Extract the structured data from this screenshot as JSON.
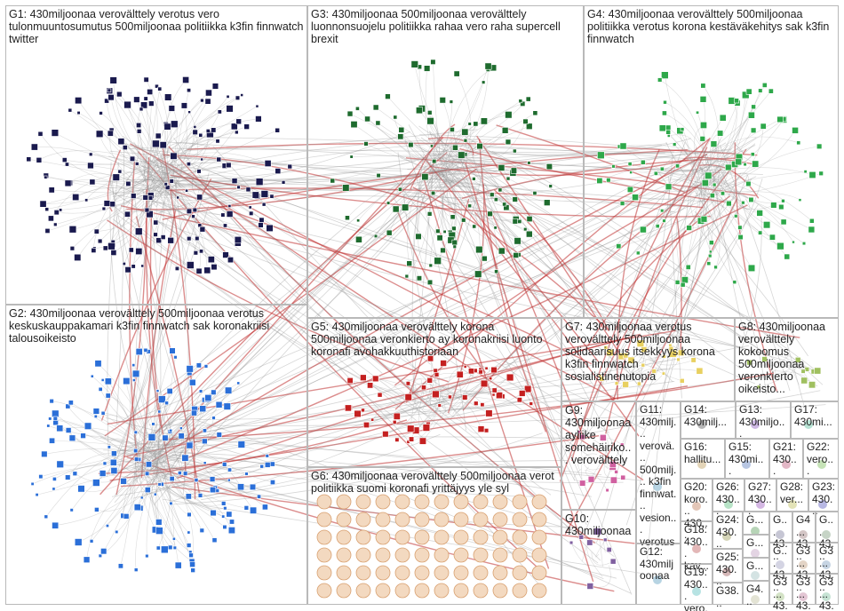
{
  "groups": [
    {
      "id": "g1",
      "label": "G1: 430miljoonaa verovälttely verotus vero tulonmuuntosumutus 500miljoonaa politiikka k3fin finnwatch twitter",
      "color": "#1a1a4e"
    },
    {
      "id": "g2",
      "label": "G2: 430miljoonaa verovälttely 500miljoonaa verotus keskuskauppakamari k3fin finnwatch sak koronakriisi talousoikeisto",
      "color": "#2b6fd8"
    },
    {
      "id": "g3",
      "label": "G3: 430miljoonaa 500miljoonaa verovälttely luonnonsuojelu politiikka rahaa vero raha supercell brexit",
      "color": "#1e6b2e"
    },
    {
      "id": "g4",
      "label": "G4: 430miljoonaa verovälttely 500miljoonaa politiikka verotus korona kestäväkehitys sak k3fin finnwatch",
      "color": "#2ea84a"
    },
    {
      "id": "g5",
      "label": "G5: 430miljoonaa verovälttely korona 500miljoonaa veronkierto ay koronakriisi luonto koronafi avohakkuuthistoriaan",
      "color": "#c42020"
    },
    {
      "id": "g6",
      "label": "G6: 430miljoonaa verovälttely 500miljoonaa verot politiikka suomi koronafi yrittäjyys yle syl",
      "color": "#e0a060"
    },
    {
      "id": "g7",
      "label": "G7: 430miljoonaa verotus verovälttely 500miljoonaa solidaarisuus itsekkyys korona k3fin finnwatch sosialistinenutopia",
      "color": "#e8d060"
    },
    {
      "id": "g8",
      "label": "G8: 430miljoonaa verovälttely kokoomus 500miljoonaa veronkierto oikeisto...",
      "color": "#a0c060"
    },
    {
      "id": "g9",
      "label": "G9: 430miljoonaa ayliike somehäiriko... verovälttely",
      "color": "#d060a0"
    },
    {
      "id": "g10",
      "label": "G10: 430miljoonaa",
      "color": "#8060a0"
    },
    {
      "id": "g11",
      "label": "G11: 430milj... verovä... 500milj... k3fin finnwat... vesion... verotus",
      "color": "#60a0c0"
    },
    {
      "id": "g12",
      "label": "G12: 430miljoonaa",
      "color": "#606060"
    },
    {
      "id": "g13",
      "label": "G13: 430miljo...",
      "color": "#9060c0"
    },
    {
      "id": "g14",
      "label": "G14: 430milj...",
      "color": "#60c0a0"
    },
    {
      "id": "g15",
      "label": "G15: 430mi...",
      "color": "#c0a060"
    },
    {
      "id": "g16",
      "label": "G16: hallitu...",
      "color": "#6080c0"
    },
    {
      "id": "g17",
      "label": "G17: 430mi...",
      "color": "#c06080"
    },
    {
      "id": "g18",
      "label": "G18: 430... kav...",
      "color": "#80c060"
    },
    {
      "id": "g19",
      "label": "G19: 430... vero...",
      "color": "#c08060"
    },
    {
      "id": "g20",
      "label": "G20: koro... 430...",
      "color": "#60c080"
    },
    {
      "id": "g21",
      "label": "G21: 430...",
      "color": "#a060c0"
    },
    {
      "id": "g22",
      "label": "G22: vero...",
      "color": "#c0c060"
    },
    {
      "id": "g23",
      "label": "G23: 430...",
      "color": "#6060c0"
    },
    {
      "id": "g24",
      "label": "G24: 430...",
      "color": "#c06060"
    },
    {
      "id": "g25",
      "label": "G25: 430...",
      "color": "#60c0c0"
    },
    {
      "id": "g26",
      "label": "G26: 430...",
      "color": "#a0a060"
    },
    {
      "id": "g27",
      "label": "G27: 430...",
      "color": "#a06060"
    },
    {
      "id": "g28",
      "label": "G28: ver...",
      "color": "#60a060"
    },
    {
      "id": "g29",
      "label": "G...",
      "color": "#c0a0c0"
    },
    {
      "id": "g30",
      "label": "G...",
      "color": "#a0c0c0"
    },
    {
      "id": "g31",
      "label": "G...",
      "color": "#c0c0a0"
    },
    {
      "id": "g32",
      "label": "G4... 43...",
      "color": "#8080a0"
    },
    {
      "id": "g33",
      "label": "G... 43...",
      "color": "#a08080"
    },
    {
      "id": "g34",
      "label": "G... 43...",
      "color": "#80a080"
    },
    {
      "id": "g35",
      "label": "G... 43...",
      "color": "#a0a0c0"
    },
    {
      "id": "g36",
      "label": "G3... 43...",
      "color": "#c0a080"
    },
    {
      "id": "g37",
      "label": "G3... 43...",
      "color": "#80a0c0"
    },
    {
      "id": "g38",
      "label": "G3... 43...",
      "color": "#a0c080"
    },
    {
      "id": "g39",
      "label": "G3... 43...",
      "color": "#c080a0"
    },
    {
      "id": "g40",
      "label": "G3... 43...",
      "color": "#80c0a0"
    },
    {
      "id": "g41",
      "label": "G38...",
      "color": "#a080c0"
    },
    {
      "id": "g42",
      "label": "G4...",
      "color": "#c0c080"
    }
  ]
}
